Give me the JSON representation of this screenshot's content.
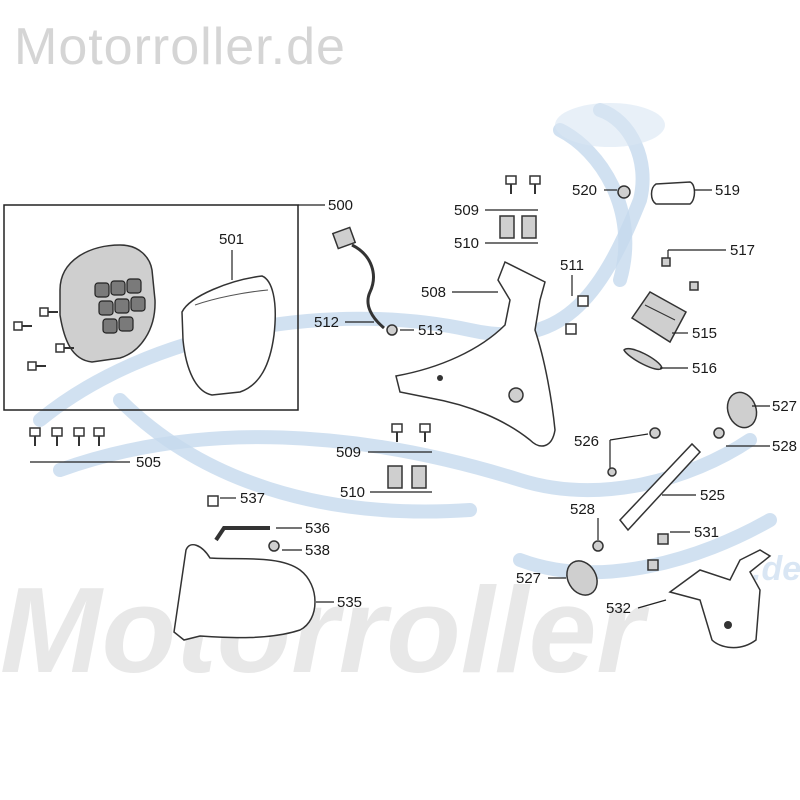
{
  "watermark": {
    "top_text": "Motorroller.de",
    "bottom_text": "Motorroller",
    "side_text": ".de"
  },
  "callouts": [
    {
      "id": "c500",
      "label": "500"
    },
    {
      "id": "c501",
      "label": "501"
    },
    {
      "id": "c505",
      "label": "505"
    },
    {
      "id": "c508",
      "label": "508"
    },
    {
      "id": "c509a",
      "label": "509"
    },
    {
      "id": "c510a",
      "label": "510"
    },
    {
      "id": "c509b",
      "label": "509"
    },
    {
      "id": "c510b",
      "label": "510"
    },
    {
      "id": "c511",
      "label": "511"
    },
    {
      "id": "c512",
      "label": "512"
    },
    {
      "id": "c513",
      "label": "513"
    },
    {
      "id": "c515",
      "label": "515"
    },
    {
      "id": "c516",
      "label": "516"
    },
    {
      "id": "c517",
      "label": "517"
    },
    {
      "id": "c519",
      "label": "519"
    },
    {
      "id": "c520",
      "label": "520"
    },
    {
      "id": "c525",
      "label": "525"
    },
    {
      "id": "c526",
      "label": "526"
    },
    {
      "id": "c527a",
      "label": "527"
    },
    {
      "id": "c527b",
      "label": "527"
    },
    {
      "id": "c528a",
      "label": "528"
    },
    {
      "id": "c528b",
      "label": "528"
    },
    {
      "id": "c531",
      "label": "531"
    },
    {
      "id": "c532",
      "label": "532"
    },
    {
      "id": "c535",
      "label": "535"
    },
    {
      "id": "c536",
      "label": "536"
    },
    {
      "id": "c537",
      "label": "537"
    },
    {
      "id": "c538",
      "label": "538"
    }
  ],
  "colors": {
    "watermark_grey": "#d5d5d5",
    "watermark_blue": "#c6d9ed",
    "line": "#222222"
  }
}
